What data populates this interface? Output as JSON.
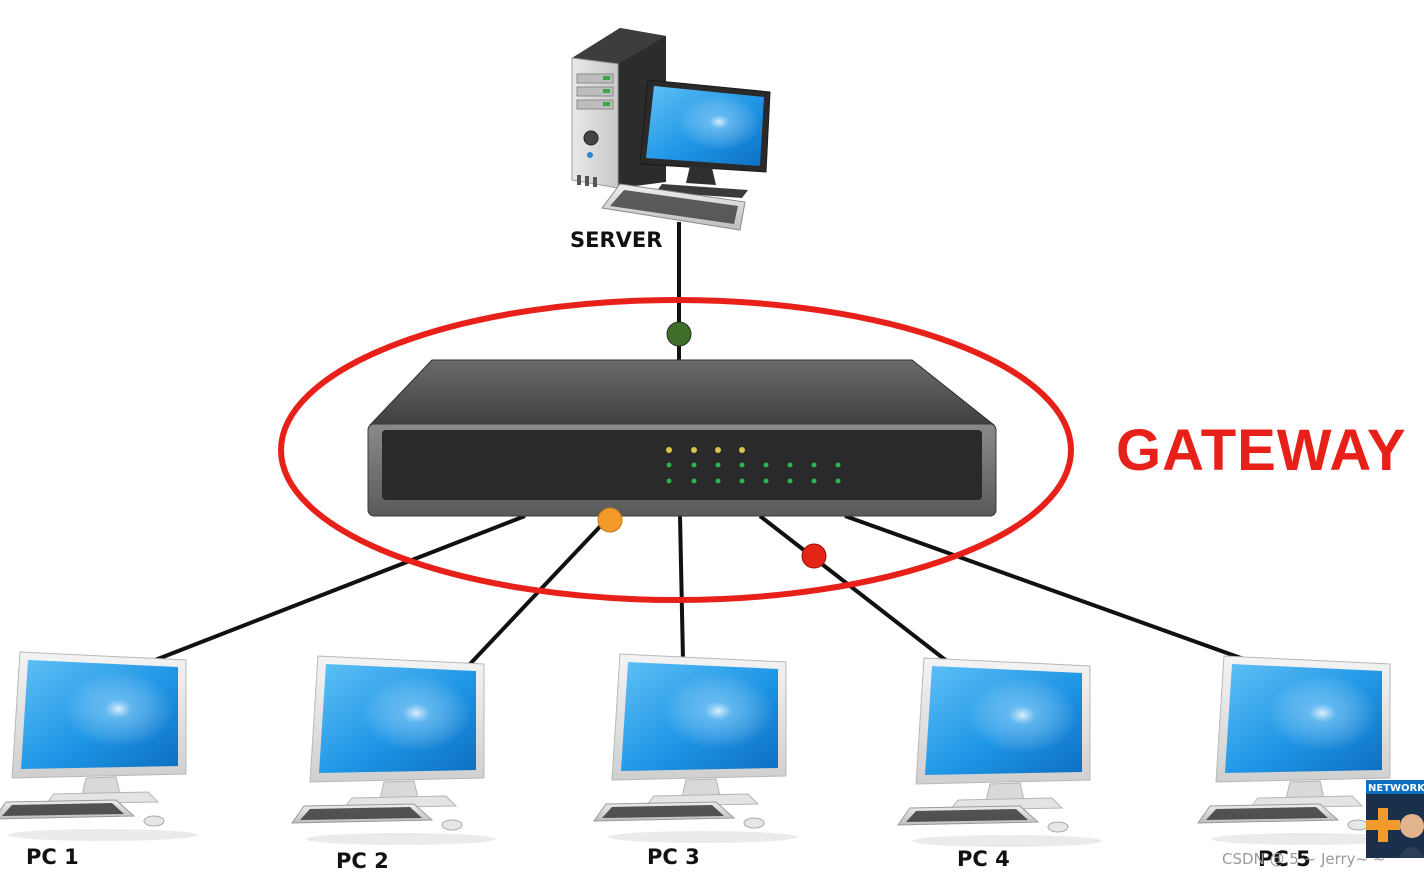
{
  "server": {
    "label": "SERVER"
  },
  "gateway": {
    "label": "GATEWAY",
    "label_color": "#e8201a",
    "highlight_color": "#e8201a"
  },
  "pcs": [
    {
      "label": "PC 1"
    },
    {
      "label": "PC 2"
    },
    {
      "label": "PC 3"
    },
    {
      "label": "PC 4"
    },
    {
      "label": "PC 5"
    }
  ],
  "packets": [
    {
      "link": "server",
      "color": "#3f6e2a"
    },
    {
      "link": "pc2",
      "color": "#f39a2a"
    },
    {
      "link": "pc4",
      "color": "#e32416"
    }
  ],
  "watermark": {
    "text": "CSDN @ 5 ~ Jerry~ ~",
    "badge_text": "NETWORK"
  },
  "colors": {
    "screen_blue": "#1d8fe0",
    "device_body": "#4a4a4a",
    "link_line": "#111111"
  }
}
